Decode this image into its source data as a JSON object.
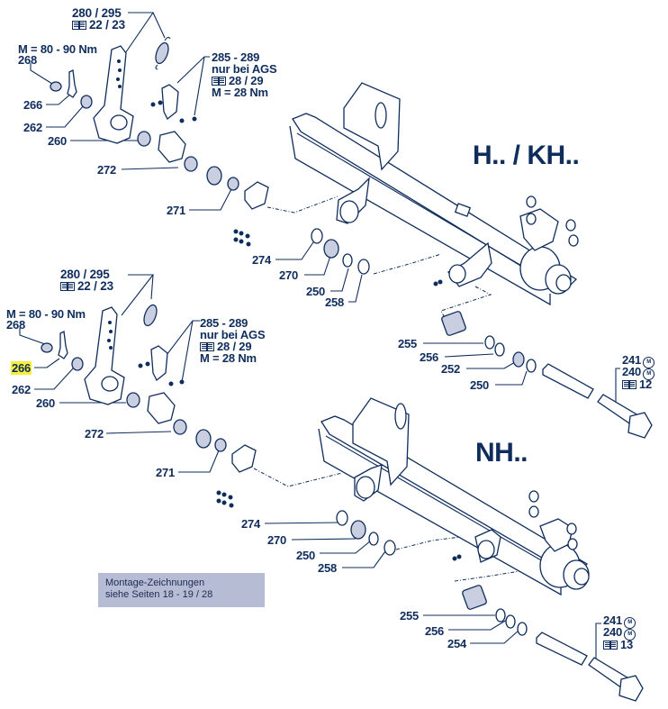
{
  "diagram": {
    "type": "exploded-parts-drawing",
    "accent_color": "#0f2d5c",
    "highlight_color": "#f5f03a",
    "note_bg_color": "#b6bcd4"
  },
  "top": {
    "title": "H.. / KH..",
    "labels": {
      "p280": "280 / 295",
      "p280_ref": "22 / 23",
      "torque_268": "M = 80 - 90 Nm",
      "p268": "268",
      "p266": "266",
      "p262": "262",
      "p260": "260",
      "p272": "272",
      "p271": "271",
      "p285": "285 - 289",
      "p285_note": "nur bei AGS",
      "p285_ref": "28 / 29",
      "p285_torque": "M = 28 Nm",
      "p274": "274",
      "p270": "270",
      "p250": "250",
      "p258": "258",
      "p255": "255",
      "p256": "256",
      "p252": "252",
      "p250b": "250",
      "p241": "241",
      "p240": "240",
      "ref": "12"
    }
  },
  "bottom": {
    "title": "NH..",
    "labels": {
      "p280": "280 / 295",
      "p280_ref": "22 / 23",
      "torque_268": "M = 80 - 90 Nm",
      "p268": "268",
      "p266": "266",
      "p262": "262",
      "p260": "260",
      "p272": "272",
      "p271": "271",
      "p285": "285 - 289",
      "p285_note": "nur bei AGS",
      "p285_ref": "28 / 29",
      "p285_torque": "M = 28 Nm",
      "p274": "274",
      "p270": "270",
      "p250": "250",
      "p258": "258",
      "p255": "255",
      "p256": "256",
      "p254": "254",
      "p241": "241",
      "p240": "240",
      "ref": "13"
    }
  },
  "note": {
    "line1": "Montage-Zeichnungen",
    "line2": "siehe Seiten 18 - 19 / 28"
  },
  "icons": {
    "book": "book-reference-icon",
    "circle_symbol": "M"
  }
}
